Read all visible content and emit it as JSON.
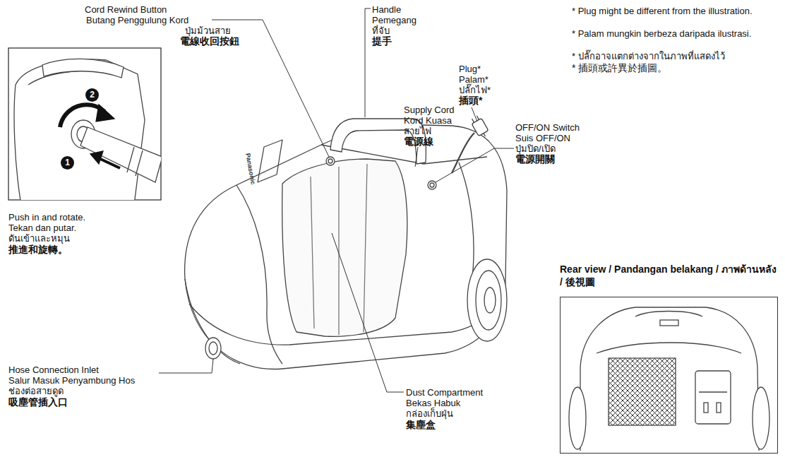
{
  "diagram": {
    "nodes": [
      {
        "text": [
          "2"
        ]
      },
      {
        "text": [
          "1"
        ]
      },
      {
        "text": [
          "Rear view / Pandangan belakang / ภาพด้านหลัง / 後視圖"
        ]
      }
    ],
    "labels": [
      "Cord Rewind Button",
      "Butang Penggulung Kord",
      "ปุ่มม้วนสาย",
      "電線收回按鈕",
      "Handle",
      "Pemegang",
      "ที่จับ",
      "提手",
      "Plug*",
      "Palam*",
      "ปลั๊กไฟ*",
      "插頭*",
      "* Plug might be different from the illustration.",
      "* Palam mungkin berbeza daripada ilustrasi.",
      "* ปลั๊กอาจแตกต่างจากในภาพที่แสดงไว้",
      "* 插頭或許異於插圖。",
      "Supply Cord",
      "Kord Kuasa",
      "สายไฟ",
      "電源線",
      "OFF/ON Switch",
      "Suis OFF/ON",
      "ปุ่มปิด/เปิด",
      "電源開關",
      "Push in and rotate.",
      "Tekan dan putar.",
      "ดันเข้าและหมุน",
      "推進和旋轉。",
      "Hose Connection Inlet",
      "Salur Masuk Penyambung Hos",
      "ช่องต่อสายดูด",
      "吸塵管插入口",
      "Dust Compartment",
      "Bekas Habuk",
      "กล่องเก็บฝุ่น",
      "集塵盒",
      "Panasonic"
    ]
  }
}
